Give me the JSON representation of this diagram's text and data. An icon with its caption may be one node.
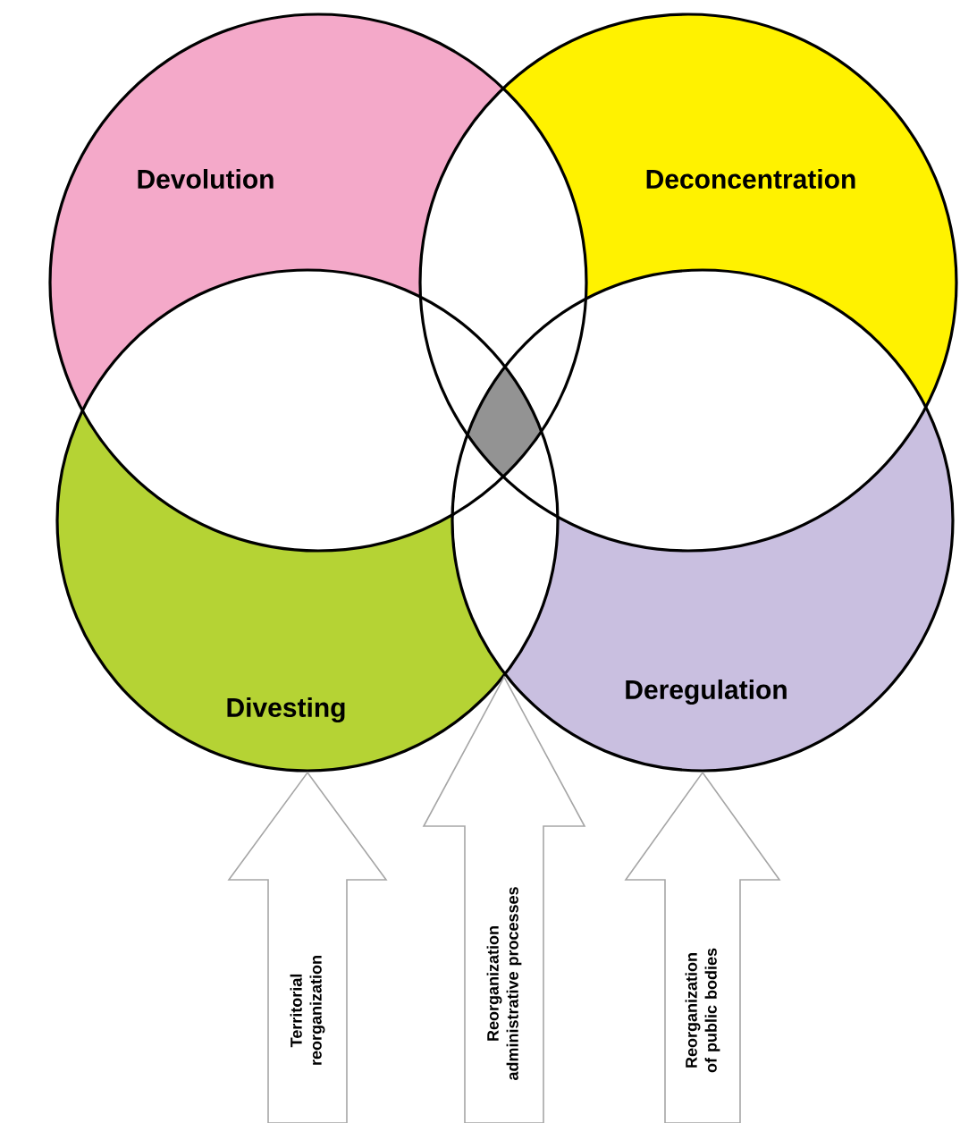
{
  "diagram": {
    "nodes": [
      {
        "text": [
          "Devolution"
        ]
      },
      {
        "text": [
          "Deconcentration"
        ]
      },
      {
        "text": [
          "Divesting"
        ]
      },
      {
        "text": [
          "Deregulation"
        ]
      }
    ],
    "edges": [
      {
        "from": null,
        "to": 2,
        "arrow": "to",
        "label": "Territorial reorganization"
      },
      {
        "from": null,
        "to": 2,
        "arrow": "to",
        "label": "Reorganization administrative processes"
      },
      {
        "from": null,
        "to": 3,
        "arrow": "to"
      },
      {
        "from": null,
        "to": 3,
        "arrow": "to",
        "label": "Reorganization of public bodies"
      }
    ]
  }
}
